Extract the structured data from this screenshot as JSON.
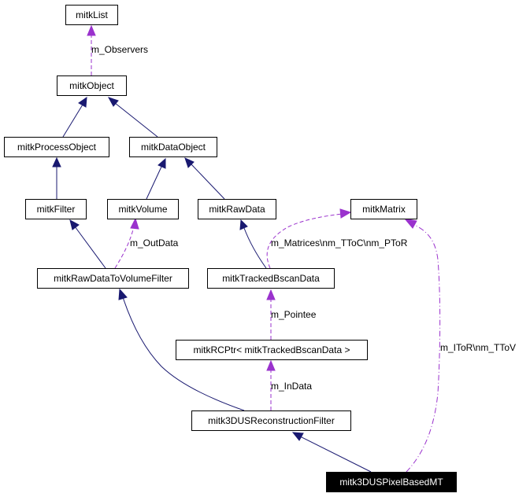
{
  "nodes": {
    "mitkList": "mitkList",
    "mitkObject": "mitkObject",
    "mitkProcessObject": "mitkProcessObject",
    "mitkDataObject": "mitkDataObject",
    "mitkFilter": "mitkFilter",
    "mitkVolume": "mitkVolume",
    "mitkRawData": "mitkRawData",
    "mitkMatrix": "mitkMatrix",
    "mitkRawDataToVolumeFilter": "mitkRawDataToVolumeFilter",
    "mitkTrackedBscanData": "mitkTrackedBscanData",
    "mitkRCPtr": "mitkRCPtr< mitkTrackedBscanData >",
    "mitk3DUSReconstructionFilter": "mitk3DUSReconstructionFilter",
    "mitk3DUSPixelBasedMT": "mitk3DUSPixelBasedMT"
  },
  "edge_labels": {
    "m_Observers": "m_Observers",
    "m_OutData": "m_OutData",
    "m_Matrices": "m_Matrices\\nm_TToC\\nm_PToR",
    "m_Pointee": "m_Pointee",
    "m_InData": "m_InData",
    "m_IToR": "m_IToR\\nm_TToV"
  },
  "colors": {
    "inheritance": "#191970",
    "usage": "#9a32cd",
    "focus_fill": "#000000"
  }
}
